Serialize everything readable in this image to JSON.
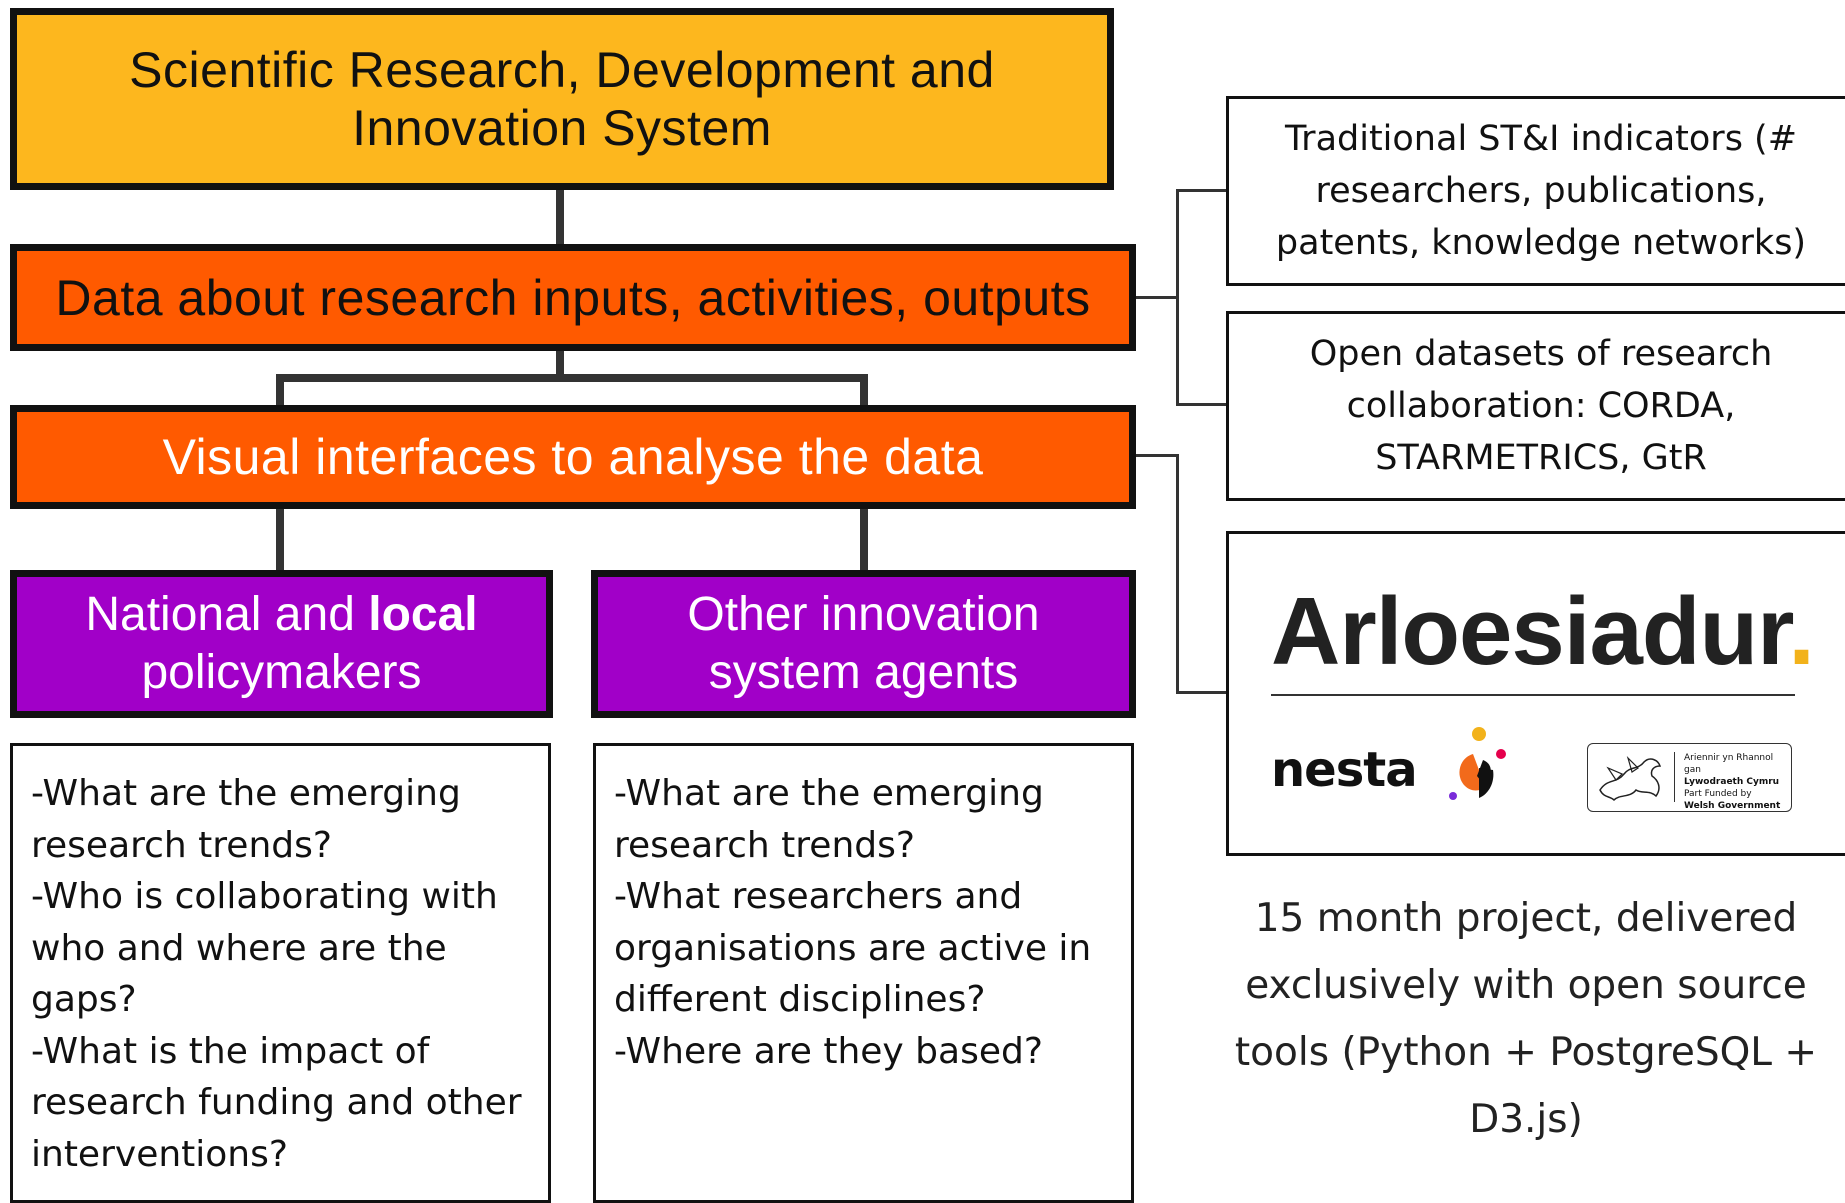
{
  "top_box": {
    "text": "Scientific Research, Development and Innovation System"
  },
  "data_box": {
    "text": "Data about research inputs, activities, outputs"
  },
  "visual_box": {
    "text": "Visual interfaces to analyse the data"
  },
  "national_box": {
    "line1_prefix": "National and ",
    "line1_bold": "local",
    "line2": "policymakers"
  },
  "other_box": {
    "line1": "Other innovation",
    "line2": "system agents"
  },
  "questions_national": [
    "-What are the emerging",
    "research trends?",
    "-Who is collaborating with",
    "who and where are the",
    "gaps?",
    "-What is the impact of",
    "research funding and other",
    "interventions?"
  ],
  "questions_other": [
    "-What are the emerging",
    "research trends?",
    "-What researchers and",
    "organisations are active in",
    "different disciplines?",
    "-Where are they based?"
  ],
  "indicators_box": {
    "lines": [
      "Traditional ST&I indicators (#",
      "researchers, publications,",
      "patents, knowledge networks)"
    ]
  },
  "datasets_box": {
    "lines": [
      "Open datasets of research",
      "collaboration: CORDA,",
      "STARMETRICS, GtR"
    ]
  },
  "logos": {
    "arloesiadur": "Arloesiadur",
    "arloesiadur_dot": ".",
    "nesta": "nesta",
    "welsh_gov": [
      "Ariennir yn Rhannol gan",
      "Lywodraeth Cymru",
      "Part Funded by",
      "Welsh Government"
    ]
  },
  "project_note": {
    "lines": [
      "15 month project, delivered",
      "exclusively with open source",
      "tools (Python + PostgreSQL +",
      "D3.js)"
    ]
  },
  "colors": {
    "yellow": "#FDB71E",
    "orange": "#FF5A00",
    "purple": "#A100C8",
    "accent_dot": "#F2B21B"
  }
}
